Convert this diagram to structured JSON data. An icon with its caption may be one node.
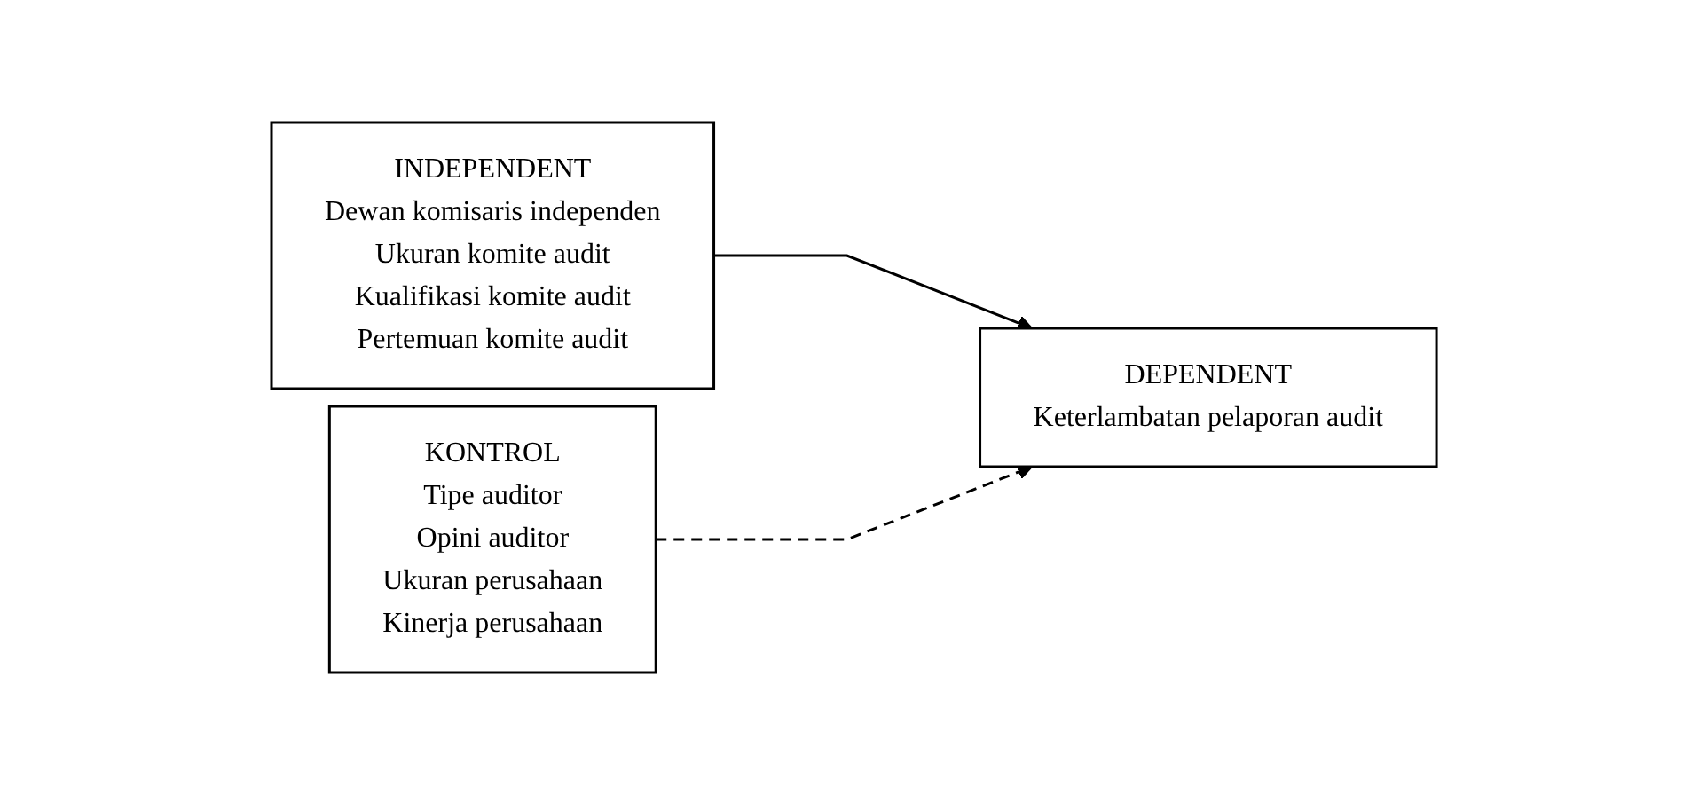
{
  "diagram": {
    "nodes": [
      {
        "text": [
          "INDEPENDENT",
          "Dewan komisaris independen",
          "Ukuran komite audit",
          "Kualifikasi komite audit",
          "Pertemuan komite audit"
        ]
      },
      {
        "text": [
          "KONTROL",
          "Tipe auditor",
          "Opini auditor",
          "Ukuran perusahaan",
          "Kinerja perusahaan"
        ]
      },
      {
        "text": [
          "DEPENDENT",
          "Keterlambatan pelaporan audit"
        ]
      }
    ],
    "edges": [
      {
        "from": 0,
        "to": 2,
        "arrow": "to"
      },
      {
        "from": 1,
        "to": 2,
        "arrow": "to",
        "style": "dashed"
      }
    ]
  }
}
